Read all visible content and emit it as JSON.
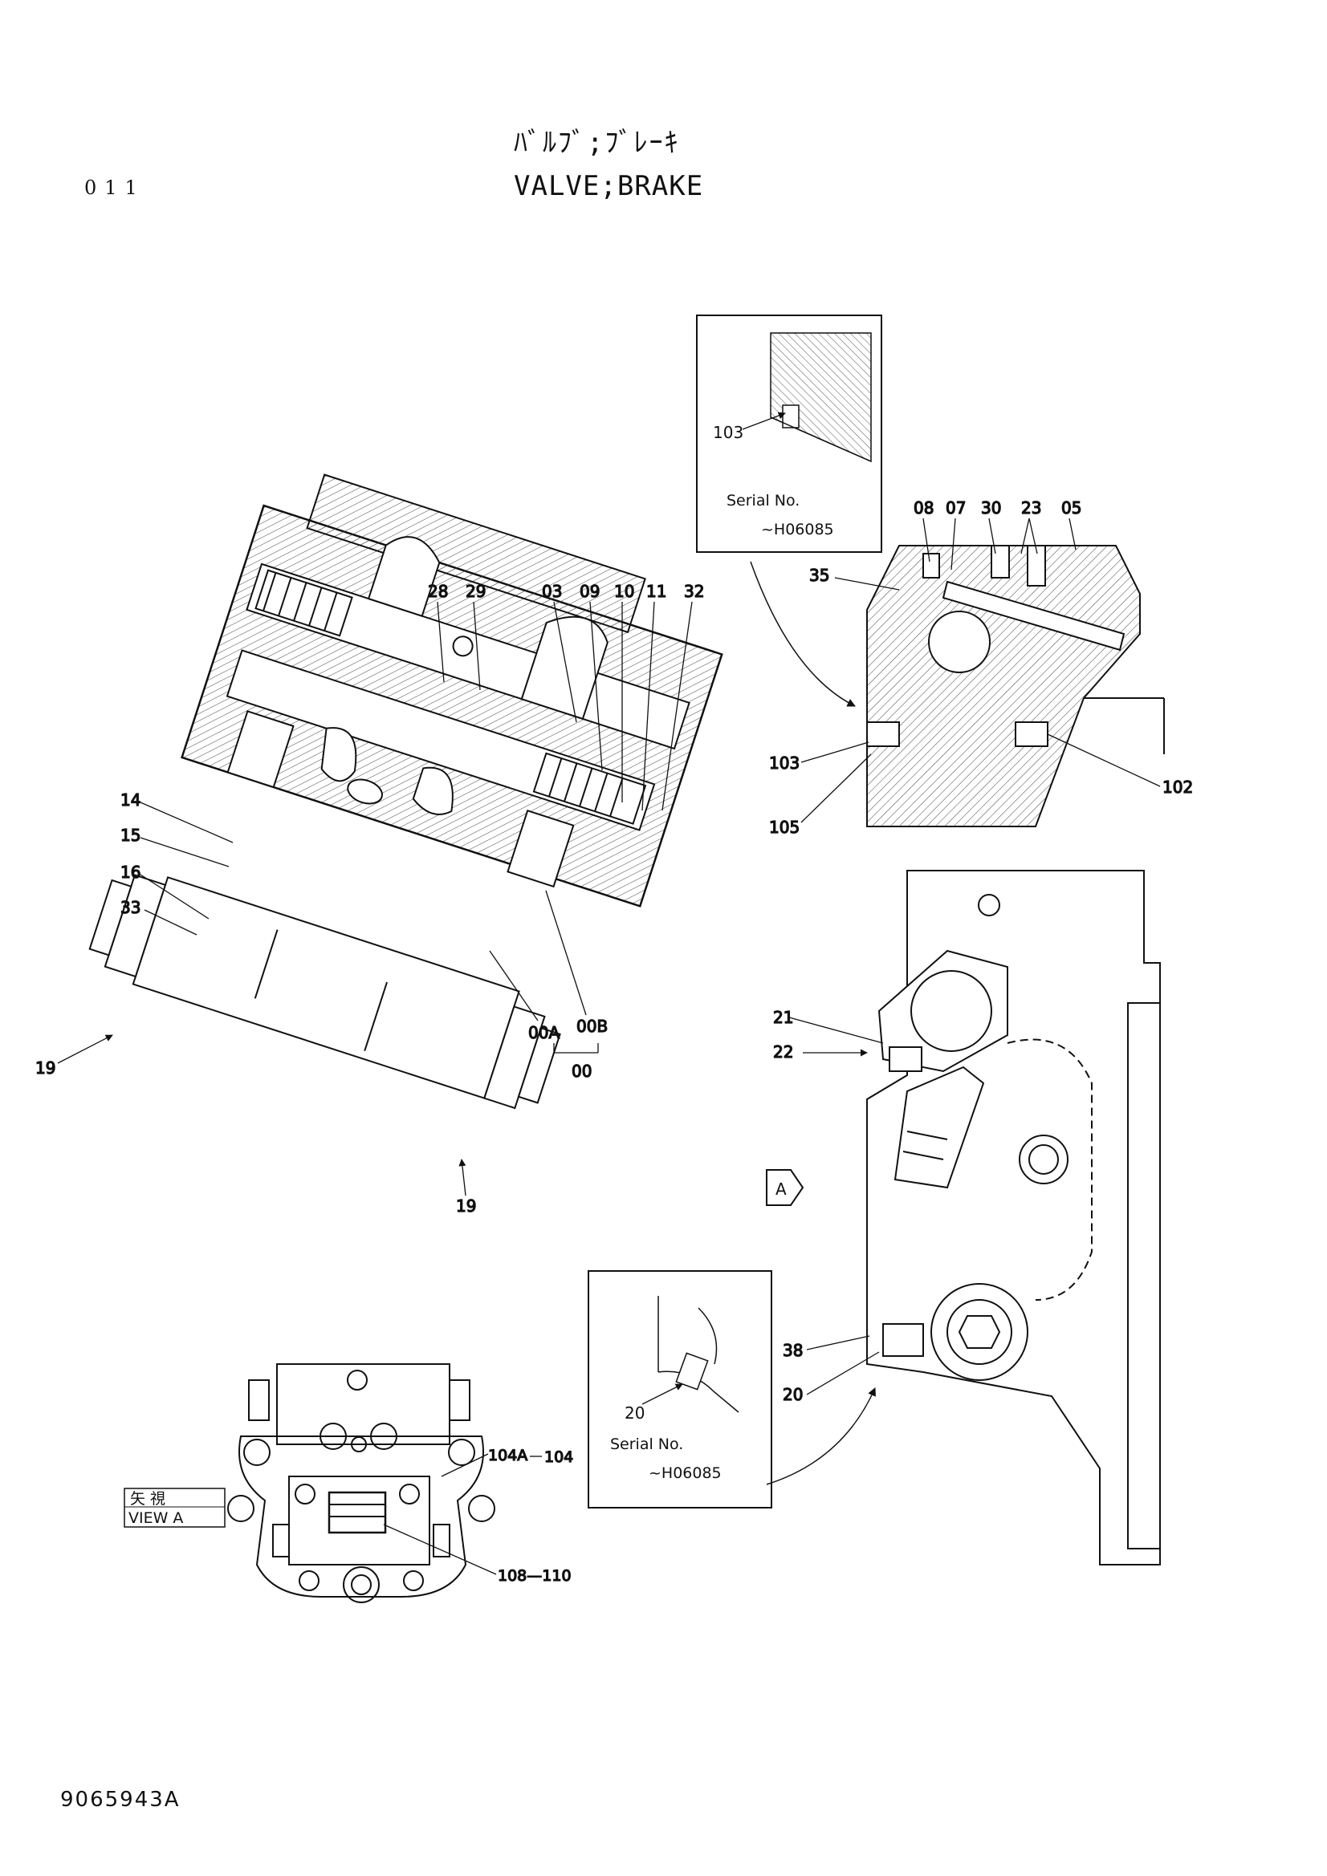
{
  "header": {
    "title_jp": "ﾊﾞﾙﾌﾞ;ﾌﾞﾚｰｷ",
    "title_en": "VALVE;BRAKE",
    "page_number": "011"
  },
  "footer": {
    "drawing_number": "9065943A"
  },
  "inset_top": {
    "part_label": "103",
    "serial_label": "Serial No.",
    "serial_range": "~H06085"
  },
  "inset_bottom": {
    "part_label": "20",
    "serial_label": "Serial No.",
    "serial_range": "~H06085"
  },
  "view_marker": {
    "letter": "A"
  },
  "view_caption": {
    "jp": "矢 視",
    "en": "VIEW  A"
  },
  "labels": {
    "p28": "28",
    "p29": "29",
    "p03": "03",
    "p09": "09",
    "p10": "10",
    "p11": "11",
    "p32": "32",
    "p14": "14",
    "p15": "15",
    "p16": "16",
    "p33": "33",
    "p19a": "19",
    "p19b": "19",
    "p00a": "00A",
    "p00b": "00B",
    "p00": "00",
    "p08": "08",
    "p07": "07",
    "p30": "30",
    "p23": "23",
    "p05": "05",
    "p35": "35",
    "p103": "103",
    "p105": "105",
    "p102": "102",
    "p21": "21",
    "p22": "22",
    "p38": "38",
    "p20": "20",
    "p104a": "104A",
    "p104": "104",
    "p108": "108—110"
  }
}
